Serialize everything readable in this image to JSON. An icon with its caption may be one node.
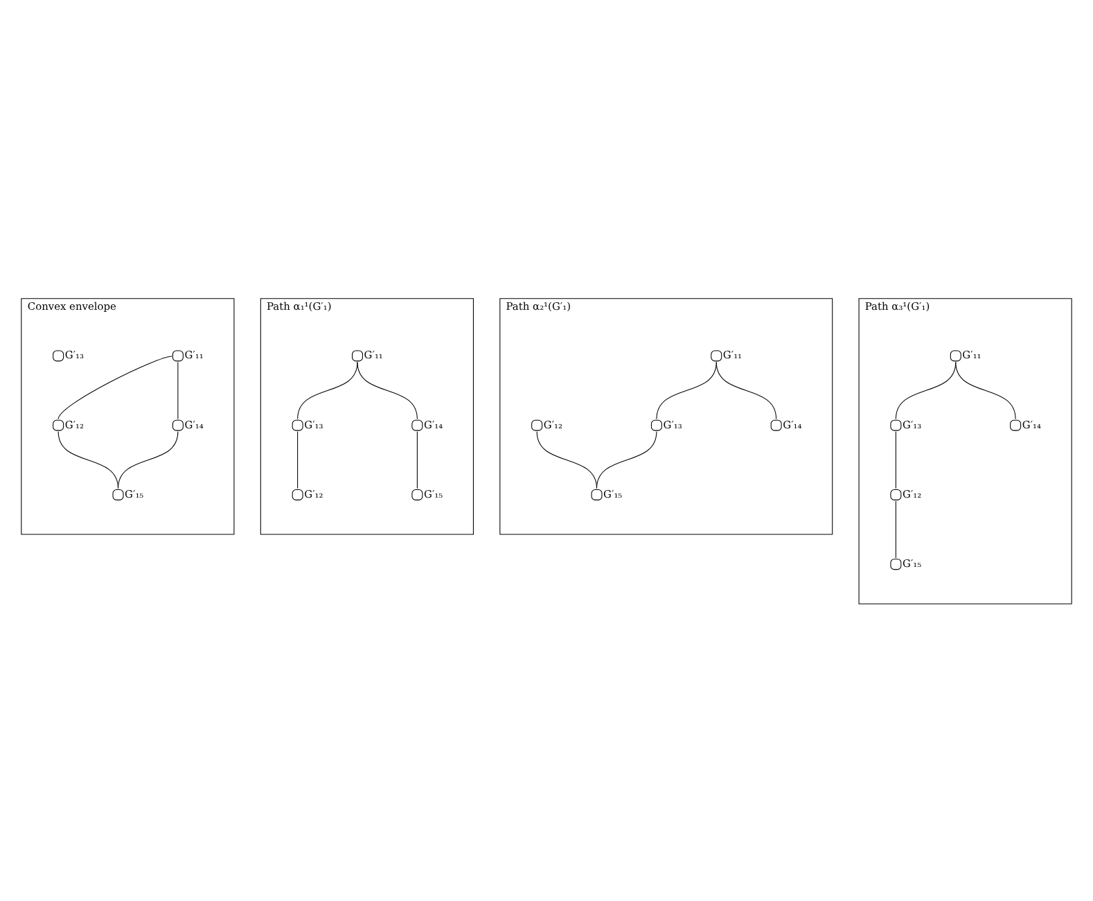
{
  "diagram": {
    "nodes": [
      {
        "text": [
          "Convex envelope"
        ]
      },
      {
        "text": [],
        "shape": "circle",
        "in": 0,
        "beside": [
          "G′₁₁"
        ]
      },
      {
        "text": [],
        "shape": "circle",
        "in": 0,
        "beside": [
          "G′₁₂"
        ]
      },
      {
        "text": [],
        "shape": "circle",
        "in": 0,
        "beside": [
          "G′₁₃"
        ]
      },
      {
        "text": [],
        "shape": "circle",
        "in": 0,
        "beside": [
          "G′₁₄"
        ]
      },
      {
        "text": [],
        "shape": "circle",
        "in": 0,
        "beside": [
          "G′₁₅"
        ]
      },
      {
        "text": [
          "Path α₁¹(G′₁)"
        ]
      },
      {
        "text": [],
        "shape": "circle",
        "in": 6,
        "beside": [
          "G′₁₁"
        ]
      },
      {
        "text": [],
        "shape": "circle",
        "in": 6,
        "beside": [
          "G′₁₂"
        ]
      },
      {
        "text": [],
        "shape": "circle",
        "in": 6,
        "beside": [
          "G′₁₃"
        ]
      },
      {
        "text": [],
        "shape": "circle",
        "in": 6,
        "beside": [
          "G′₁₄"
        ]
      },
      {
        "text": [],
        "shape": "circle",
        "in": 6,
        "beside": [
          "G′₁₅"
        ]
      },
      {
        "text": [
          "Path α₂¹(G′₁)"
        ]
      },
      {
        "text": [],
        "shape": "circle",
        "in": 12,
        "beside": [
          "G′₁₁"
        ]
      },
      {
        "text": [],
        "shape": "circle",
        "in": 12,
        "beside": [
          "G′₁₂"
        ]
      },
      {
        "text": [],
        "shape": "circle",
        "in": 12,
        "beside": [
          "G′₁₃"
        ]
      },
      {
        "text": [],
        "shape": "circle",
        "in": 12,
        "beside": [
          "G′₁₄"
        ]
      },
      {
        "text": [],
        "shape": "circle",
        "in": 12,
        "beside": [
          "G′₁₅"
        ]
      },
      {
        "text": [
          "Path α₃¹(G′₁)"
        ]
      },
      {
        "text": [],
        "shape": "circle",
        "in": 18,
        "beside": [
          "G′₁₁"
        ]
      },
      {
        "text": [],
        "shape": "circle",
        "in": 18,
        "beside": [
          "G′₁₂"
        ]
      },
      {
        "text": [],
        "shape": "circle",
        "in": 18,
        "beside": [
          "G′₁₃"
        ]
      },
      {
        "text": [],
        "shape": "circle",
        "in": 18,
        "beside": [
          "G′₁₄"
        ]
      },
      {
        "text": [],
        "shape": "circle",
        "in": 18,
        "beside": [
          "G′₁₅"
        ]
      }
    ],
    "edges": [
      {
        "from": 1,
        "to": 2,
        "arrow": "none"
      },
      {
        "from": 2,
        "to": 5,
        "arrow": "none"
      },
      {
        "from": 1,
        "to": 4,
        "arrow": "none"
      },
      {
        "from": 4,
        "to": 5,
        "arrow": "none"
      },
      {
        "from": 7,
        "to": 9,
        "arrow": "none"
      },
      {
        "from": 9,
        "to": 8,
        "arrow": "none"
      },
      {
        "from": 7,
        "to": 10,
        "arrow": "none"
      },
      {
        "from": 10,
        "to": 11,
        "arrow": "none"
      },
      {
        "from": 13,
        "to": 15,
        "arrow": "none"
      },
      {
        "from": 15,
        "to": 17,
        "arrow": "none"
      },
      {
        "from": 14,
        "to": 17,
        "arrow": "none"
      },
      {
        "from": 13,
        "to": 16,
        "arrow": "none"
      },
      {
        "from": 19,
        "to": 21,
        "arrow": "none"
      },
      {
        "from": 21,
        "to": 20,
        "arrow": "none"
      },
      {
        "from": 20,
        "to": 23,
        "arrow": "none"
      },
      {
        "from": 19,
        "to": 22,
        "arrow": "none"
      }
    ]
  }
}
